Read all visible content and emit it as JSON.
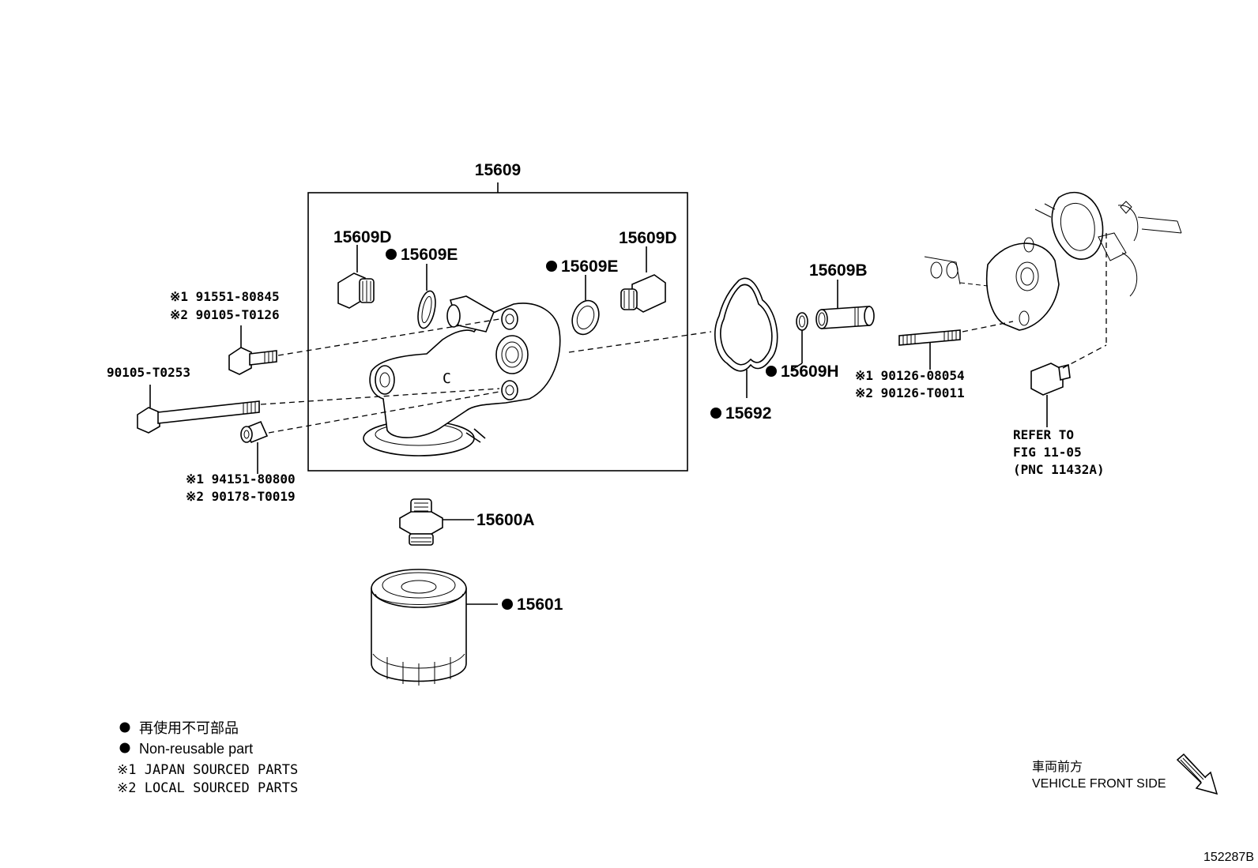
{
  "diagram": {
    "figure_id": "152287B",
    "assembly": {
      "part": "15609"
    },
    "parts": {
      "p15609D_left": "15609D",
      "p15609E_left": "15609E",
      "p15609E_right": "15609E",
      "p15609D_right": "15609D",
      "p15609B": "15609B",
      "p15609H": "15609H",
      "p15692": "15692",
      "p15600A": "15600A",
      "p15601": "15601"
    },
    "bolt_top": {
      "line1": "※1 91551-80845",
      "line2": "※2 90105-T0126"
    },
    "bolt_long": {
      "label": "90105-T0253"
    },
    "collar": {
      "line1": "※1 94151-80800",
      "line2": "※2 90178-T0019"
    },
    "stud": {
      "line1": "※1 90126-08054",
      "line2": "※2 90126-T0011"
    },
    "refer": {
      "line1": "REFER TO",
      "line2": "FIG 11-05",
      "line3": "(PNC 11432A)"
    }
  },
  "legend": {
    "nonreusable_jp": "再使用不可部品",
    "nonreusable_en": "Non-reusable part",
    "note1": "※1 JAPAN SOURCED PARTS",
    "note2": "※2 LOCAL SOURCED PARTS"
  },
  "direction": {
    "jp": "車両前方",
    "en": "VEHICLE FRONT SIDE"
  },
  "icons": {
    "nonreusable_marker": "filled-circle-icon",
    "direction_arrow": "diagonal-arrow-icon"
  }
}
